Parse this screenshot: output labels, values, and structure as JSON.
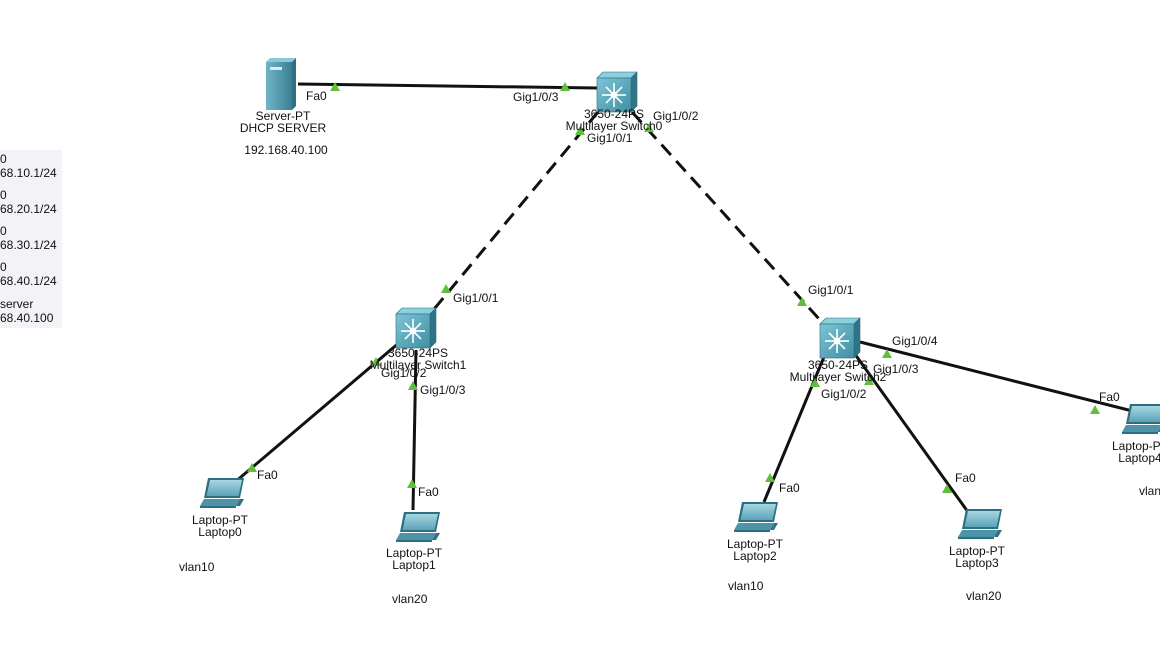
{
  "devices": {
    "server": {
      "type": "Server-PT",
      "name": "DHCP SERVER",
      "ip": "192.168.40.100"
    },
    "core_switch": {
      "type": "3650-24PS",
      "name": "Multilayer Switch0"
    },
    "switch_left": {
      "type": "3650-24PS",
      "name": "Multilayer Switch1"
    },
    "switch_right": {
      "type": "3650-24PS",
      "name": "Multilayer Switch2"
    },
    "laptop0": {
      "type": "Laptop-PT",
      "name": "Laptop0",
      "vlan": "vlan10"
    },
    "laptop1": {
      "type": "Laptop-PT",
      "name": "Laptop1",
      "vlan": "vlan20"
    },
    "laptop2": {
      "type": "Laptop-PT",
      "name": "Laptop2",
      "vlan": "vlan10"
    },
    "laptop3": {
      "type": "Laptop-PT",
      "name": "Laptop3",
      "vlan": "vlan20"
    },
    "laptop4": {
      "type": "Laptop-PT",
      "name": "Laptop4",
      "vlan": "vlan"
    }
  },
  "ports": {
    "server_fa0": "Fa0",
    "core_to_server": "Gig1/0/3",
    "core_to_right": "Gig1/0/2",
    "core_to_left": "Gig1/0/1",
    "left_uplink": "Gig1/0/1",
    "left_to_laptop0": "Gig1/0/2",
    "left_to_laptop1": "Gig1/0/3",
    "right_uplink": "Gig1/0/1",
    "right_to_laptop4": "Gig1/0/4",
    "right_to_laptop3": "Gig1/0/3",
    "right_to_laptop2": "Gig1/0/2",
    "laptop0_fa0": "Fa0",
    "laptop1_fa0": "Fa0",
    "laptop2_fa0": "Fa0",
    "laptop3_fa0": "Fa0",
    "laptop4_fa0": "Fa0"
  },
  "note": {
    "lines": [
      "0",
      "68.10.1/24",
      "0",
      "68.20.1/24",
      "0",
      "68.30.1/24",
      "0",
      "68.40.1/24",
      "server",
      "68.40.100"
    ]
  },
  "colors": {
    "background": "#ffffff",
    "link": "#111111",
    "port_up": "#5fbf3a",
    "switch_body": "#3f8fa3",
    "server_body": "#4b97ad"
  }
}
